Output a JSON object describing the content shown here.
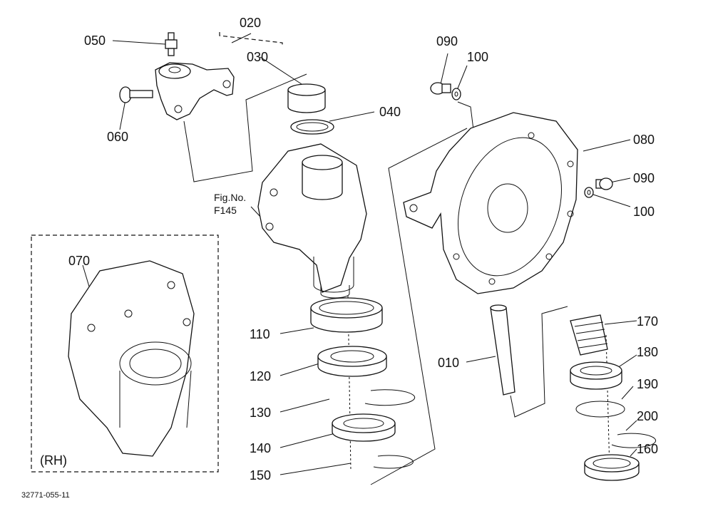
{
  "diagram": {
    "part_labels": {
      "p010": "010",
      "p020": "020",
      "p030": "030",
      "p040": "040",
      "p050": "050",
      "p060": "060",
      "p070": "070",
      "p080": "080",
      "p090a": "090",
      "p090b": "090",
      "p100a": "100",
      "p100b": "100",
      "p110": "110",
      "p120": "120",
      "p130": "130",
      "p140": "140",
      "p150": "150",
      "p160": "160",
      "p170": "170",
      "p180": "180",
      "p190": "190",
      "p200": "200"
    },
    "fig_ref": {
      "line1": "Fig.No.",
      "line2": "F145"
    },
    "inset_label": "(RH)",
    "drawing_number": "32771-055-11"
  }
}
